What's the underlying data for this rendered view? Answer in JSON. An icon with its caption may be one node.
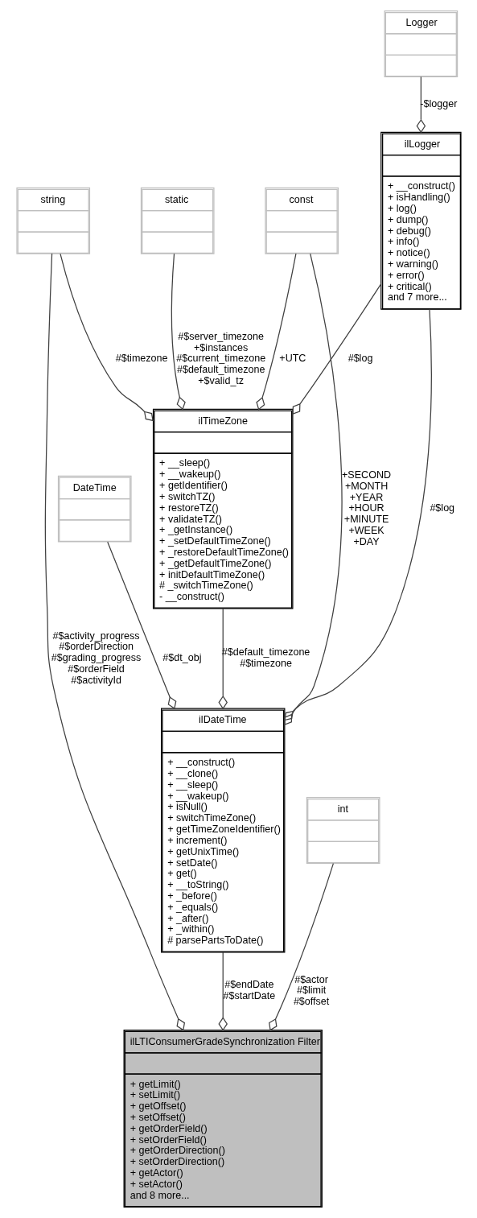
{
  "diagram": {
    "nodes": [
      {
        "text": [
          "Logger"
        ]
      },
      {
        "text": [
          "ilLogger",
          "+ __construct()",
          "+ isHandling()",
          "+ log()",
          "+ dump()",
          "+ debug()",
          "+ info()",
          "+ notice()",
          "+ warning()",
          "+ error()",
          "+ critical()",
          "and 7 more..."
        ]
      },
      {
        "text": [
          "string"
        ]
      },
      {
        "text": [
          "static"
        ]
      },
      {
        "text": [
          "const"
        ]
      },
      {
        "text": [
          "ilTimeZone",
          "+ __sleep()",
          "+ __wakeup()",
          "+ getIdentifier()",
          "+ switchTZ()",
          "+ restoreTZ()",
          "+ validateTZ()",
          "+ _getInstance()",
          "+ _setDefaultTimeZone()",
          "+ _restoreDefaultTimeZone()",
          "+ _getDefaultTimeZone()",
          "+ initDefaultTimeZone()",
          "# _switchTimeZone()",
          "- __construct()"
        ]
      },
      {
        "text": [
          "DateTime"
        ]
      },
      {
        "text": [
          "ilDateTime",
          "+ __construct()",
          "+ __clone()",
          "+ __sleep()",
          "+ __wakeup()",
          "+ isNull()",
          "+ switchTimeZone()",
          "+ getTimeZoneIdentifier()",
          "+ increment()",
          "+ getUnixTime()",
          "+ setDate()",
          "+ get()",
          "+ __toString()",
          "+ _before()",
          "+ _equals()",
          "+ _after()",
          "+ _within()",
          "# parsePartsToDate()"
        ]
      },
      {
        "text": [
          "int"
        ]
      },
      {
        "text": [
          "ilLTIConsumerGradeSynchronization Filter",
          "+ getLimit()",
          "+ setLimit()",
          "+ getOffset()",
          "+ setOffset()",
          "+ getOrderField()",
          "+ setOrderField()",
          "+ getOrderDirection()",
          "+ setOrderDirection()",
          "+ getActor()",
          "+ setActor()",
          "and 8 more..."
        ]
      }
    ],
    "edges": [
      {
        "from": 0,
        "to": 1,
        "arrow": "other",
        "label": "-$logger"
      },
      {
        "from": 2,
        "to": 5,
        "arrow": "other",
        "label": "#$timezone"
      },
      {
        "from": 3,
        "to": 5,
        "arrow": "other",
        "label": "#$server_timezone +$instances #$current_timezone #$default_timezone +$valid_tz"
      },
      {
        "from": 1,
        "to": 5,
        "arrow": "other",
        "label": "#$log"
      },
      {
        "from": 4,
        "to": 5,
        "arrow": "other",
        "label": "+UTC"
      },
      {
        "from": 6,
        "to": 7,
        "arrow": "other",
        "label": "#$dt_obj"
      },
      {
        "from": 5,
        "to": 7,
        "arrow": "other",
        "label": "#$default_timezone #$timezone"
      },
      {
        "from": 1,
        "to": 7,
        "arrow": "other",
        "label": "#$log"
      },
      {
        "from": 4,
        "to": 7,
        "arrow": "other",
        "label": "+SECOND +MONTH +YEAR +HOUR +MINUTE +WEEK +DAY"
      },
      {
        "from": 2,
        "to": 9,
        "arrow": "other",
        "label": "#$activity_progress #$orderDirection #$grading_progress #$orderField #$activityId"
      },
      {
        "from": 8,
        "to": 9,
        "arrow": "other",
        "label": "#$actor #$limit #$offset"
      },
      {
        "from": 7,
        "to": 9,
        "arrow": "other",
        "label": "#$endDate #$startDate"
      }
    ]
  }
}
